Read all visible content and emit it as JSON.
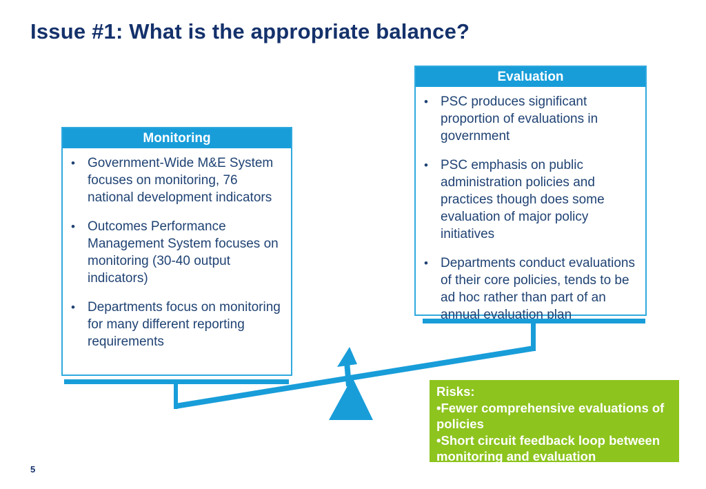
{
  "slide": {
    "title": "Issue #1: What is the appropriate balance?",
    "page_number": "5"
  },
  "ui": {
    "bullet_char": "•"
  },
  "colors": {
    "accent_cyan": "#189DD9",
    "accent_green": "#8DC41E",
    "title_navy": "#14316B",
    "body_navy": "#1F4273",
    "box_border": "#2FA9DE"
  },
  "monitoring_box": {
    "header": "Monitoring",
    "bullets": [
      "Government-Wide M&E System focuses on monitoring, 76 national development indicators",
      "Outcomes Performance Management System focuses on monitoring (30-40 output indicators)",
      "Departments focus on monitoring for many different reporting requirements"
    ]
  },
  "evaluation_box": {
    "header": "Evaluation",
    "bullets": [
      "PSC produces significant proportion of evaluations in government",
      "PSC emphasis on public administration policies and practices though does some evaluation of major policy initiatives",
      "Departments conduct evaluations of their core policies, tends to be ad hoc rather than part of an annual evaluation plan"
    ]
  },
  "risks_box": {
    "title": "Risks:",
    "items": [
      "•Fewer comprehensive evaluations of policies",
      "•Short circuit feedback loop between monitoring and evaluation"
    ]
  }
}
